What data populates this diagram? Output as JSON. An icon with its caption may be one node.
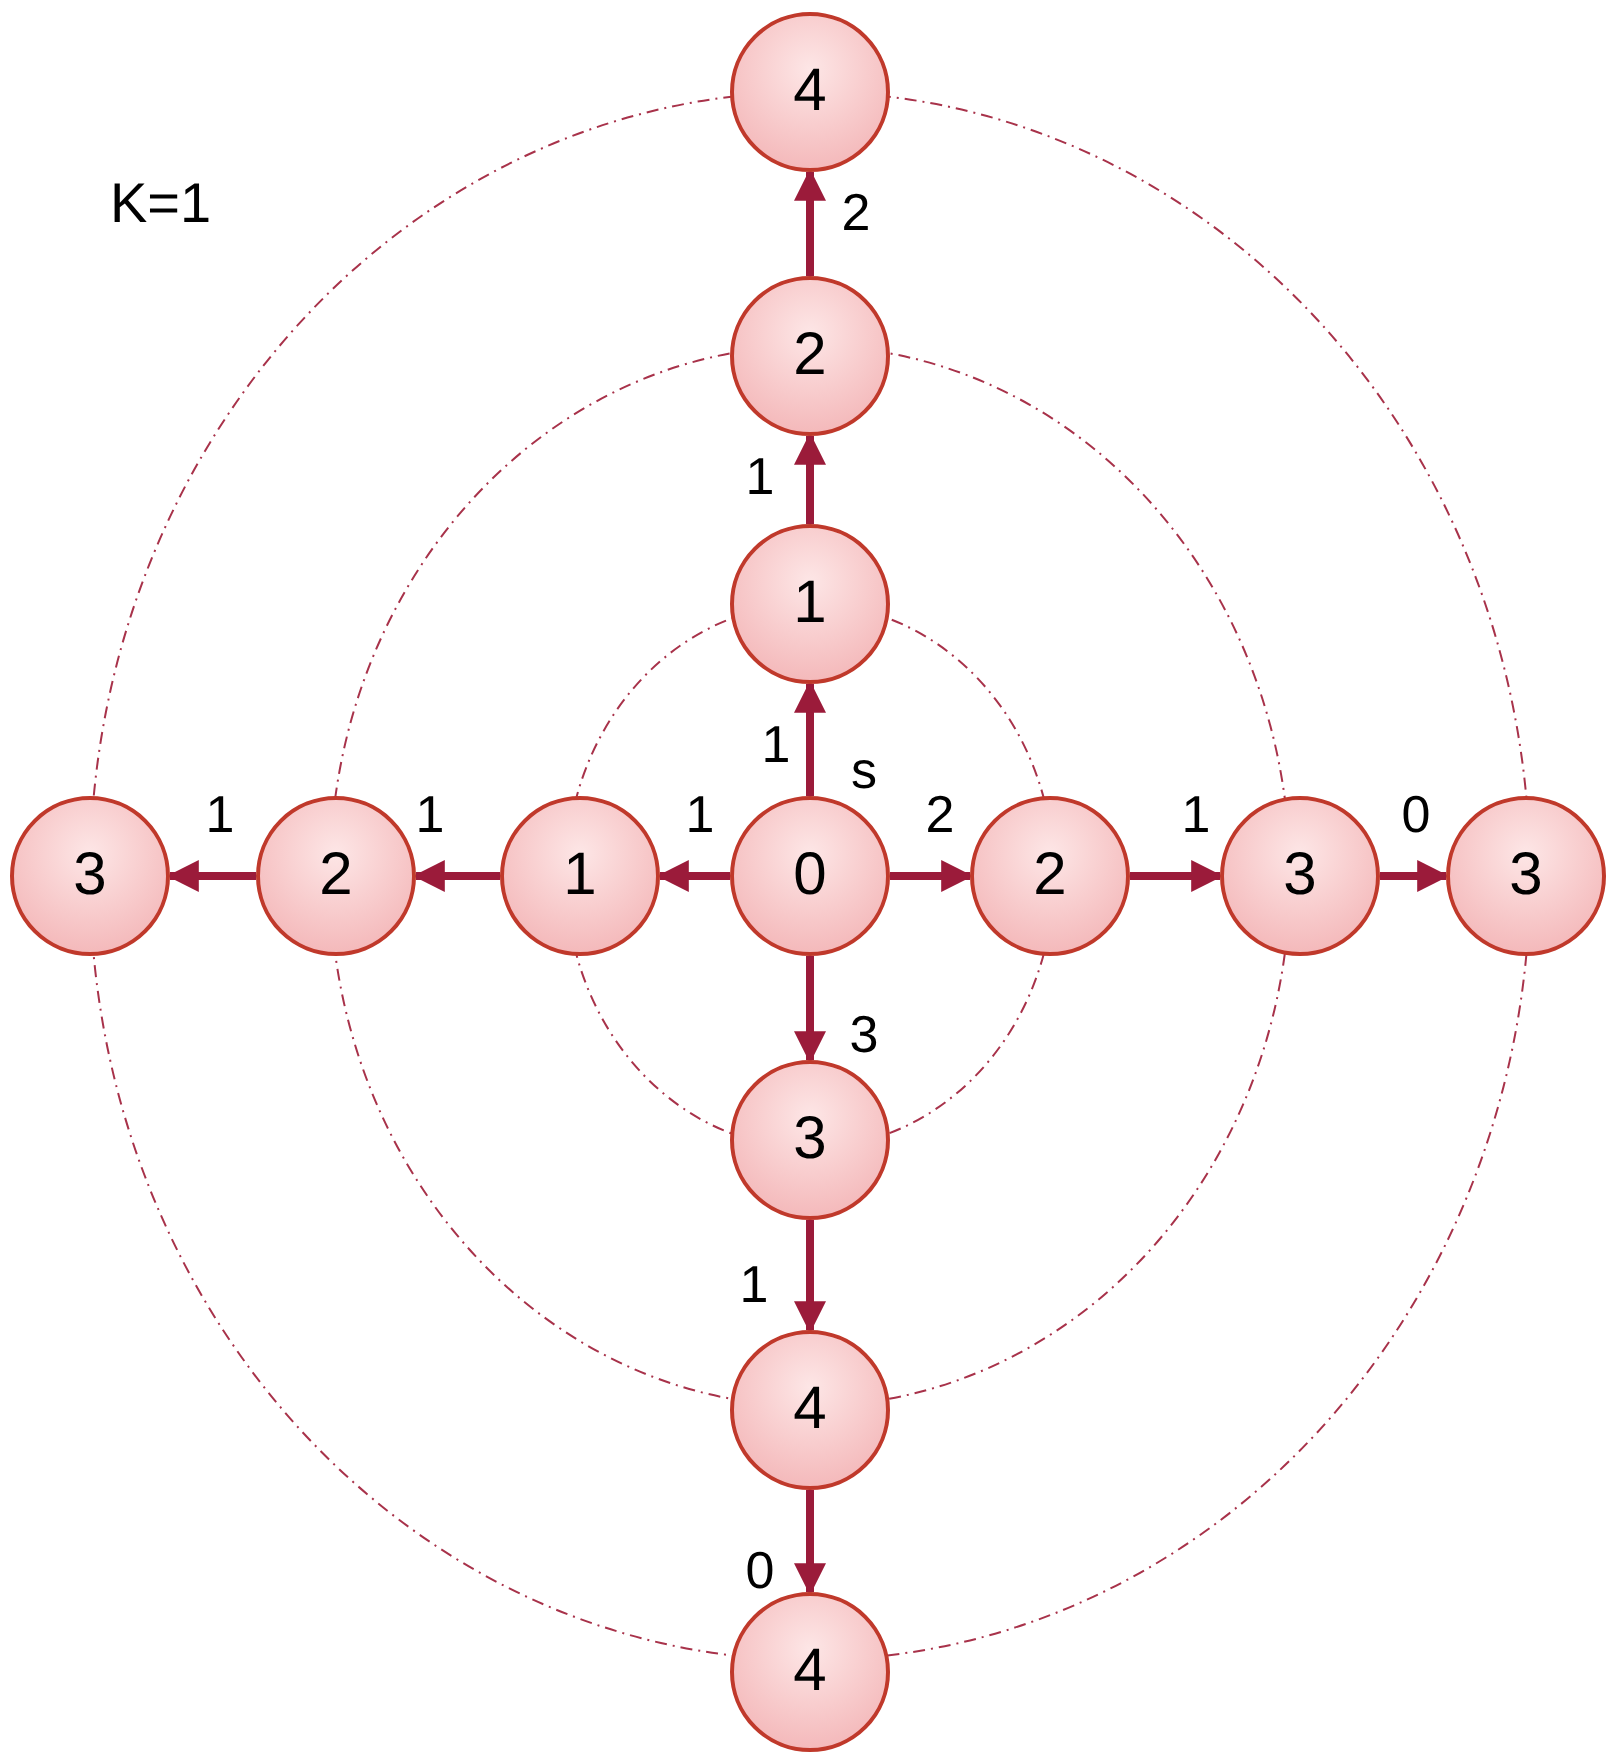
{
  "diagram": {
    "nodes": [
      {
        "text": [
          "4"
        ]
      },
      {
        "text": [
          "2"
        ]
      },
      {
        "text": [
          "1"
        ]
      },
      {
        "text": [
          "3"
        ]
      },
      {
        "text": [
          "2"
        ]
      },
      {
        "text": [
          "1"
        ]
      },
      {
        "text": [
          "0"
        ],
        "beside": [
          "s"
        ]
      },
      {
        "text": [
          "2"
        ]
      },
      {
        "text": [
          "3"
        ]
      },
      {
        "text": [
          "3"
        ]
      },
      {
        "text": [
          "3"
        ]
      },
      {
        "text": [
          "4"
        ]
      },
      {
        "text": [
          "4"
        ]
      }
    ],
    "edges": [
      {
        "from": 6,
        "to": 2,
        "arrow": "to",
        "label": "1"
      },
      {
        "from": 2,
        "to": 1,
        "arrow": "to",
        "label": "1"
      },
      {
        "from": 1,
        "to": 0,
        "arrow": "to",
        "label": "2"
      },
      {
        "from": 6,
        "to": 7,
        "arrow": "to",
        "label": "2"
      },
      {
        "from": 7,
        "to": 8,
        "arrow": "to",
        "label": "1"
      },
      {
        "from": 8,
        "to": 9,
        "arrow": "to",
        "label": "0"
      },
      {
        "from": 6,
        "to": 5,
        "arrow": "to",
        "label": "1"
      },
      {
        "from": 5,
        "to": 4,
        "arrow": "to",
        "label": "1"
      },
      {
        "from": 4,
        "to": 3,
        "arrow": "to",
        "label": "1"
      },
      {
        "from": 6,
        "to": 10,
        "arrow": "to",
        "label": "3"
      },
      {
        "from": 10,
        "to": 11,
        "arrow": "to",
        "label": "1"
      },
      {
        "from": 11,
        "to": 12,
        "arrow": "to",
        "label": "0"
      }
    ],
    "labels": [
      "K=1"
    ]
  }
}
